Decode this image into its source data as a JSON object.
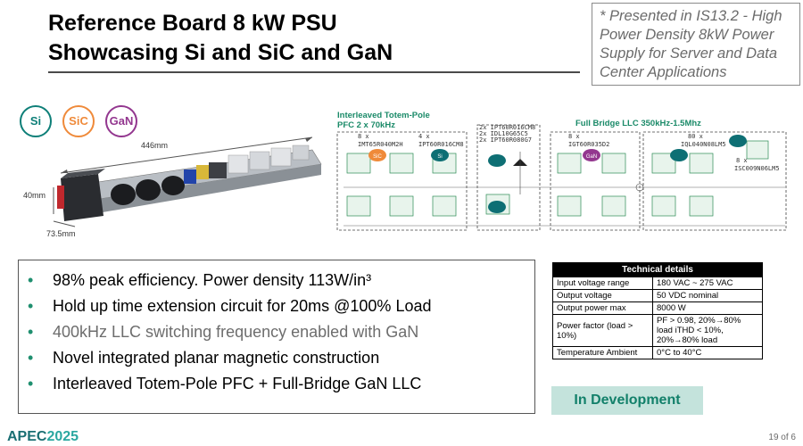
{
  "title": {
    "line1": "Reference Board 8 kW PSU",
    "line2": "Showcasing Si and SiC and GaN"
  },
  "note": "* Presented in IS13.2 - High Power Density 8kW Power Supply for Server and Data Center Applications",
  "badges": [
    "Si",
    "SiC",
    "GaN"
  ],
  "board": {
    "length": "446mm",
    "height": "40mm",
    "width": "73.5mm"
  },
  "schematic": {
    "pfc_title_1": "Interleaved Totem-Pole",
    "pfc_title_2": "PFC 2 x 70kHz",
    "pfc_part_a_count": "8 x",
    "pfc_part_a": "IMT65R040M2H",
    "pfc_part_b_count": "4 x",
    "pfc_part_b": "IPT60R016CM8",
    "mid_parts": [
      "2x IPT60R016CM8",
      "2x IDL10G65C5",
      "2x IPT60R080G7"
    ],
    "llc_title": "Full Bridge LLC 350kHz-1.5Mhz",
    "llc_part_a_count": "8 x",
    "llc_part_a": "IGT60R035D2",
    "llc_part_b_count": "80 x",
    "llc_part_b": "IQL040N08LM5",
    "llc_part_c_count": "8 x",
    "llc_part_c": "ISC009N06LM5",
    "chip_labels": {
      "sic": "SiC",
      "si": "Si",
      "gan": "GaN"
    }
  },
  "bullets": [
    {
      "text": "98% peak efficiency. Power density 113W/in³",
      "muted": false
    },
    {
      "text": "Hold up time extension circuit for 20ms @100% Load",
      "muted": false
    },
    {
      "text": "400kHz LLC switching frequency enabled with GaN",
      "muted": true
    },
    {
      "text": "Novel integrated planar magnetic construction",
      "muted": false
    },
    {
      "text": "Interleaved Totem-Pole PFC + Full-Bridge GaN LLC",
      "muted": false
    }
  ],
  "tech_table": {
    "header": "Technical details",
    "rows": [
      {
        "key": "Input voltage range",
        "value": "180 VAC ~ 275 VAC"
      },
      {
        "key": "Output voltage",
        "value": "50 VDC nominal"
      },
      {
        "key": "Output power max",
        "value": "8000 W"
      },
      {
        "key": "Power factor (load > 10%)",
        "value": "PF > 0.98, 20%→80% load iTHD < 10%, 20%→80% load"
      },
      {
        "key": "Temperature Ambient",
        "value": "0°C to 40°C"
      }
    ]
  },
  "status": "In Development",
  "logo": {
    "brand": "APEC",
    "year": "2025"
  },
  "page_number": "19 of 6",
  "colors": {
    "si": "#0e7f78",
    "sic": "#ef8a3a",
    "gan": "#93378f",
    "accent": "#1f8f6f"
  }
}
